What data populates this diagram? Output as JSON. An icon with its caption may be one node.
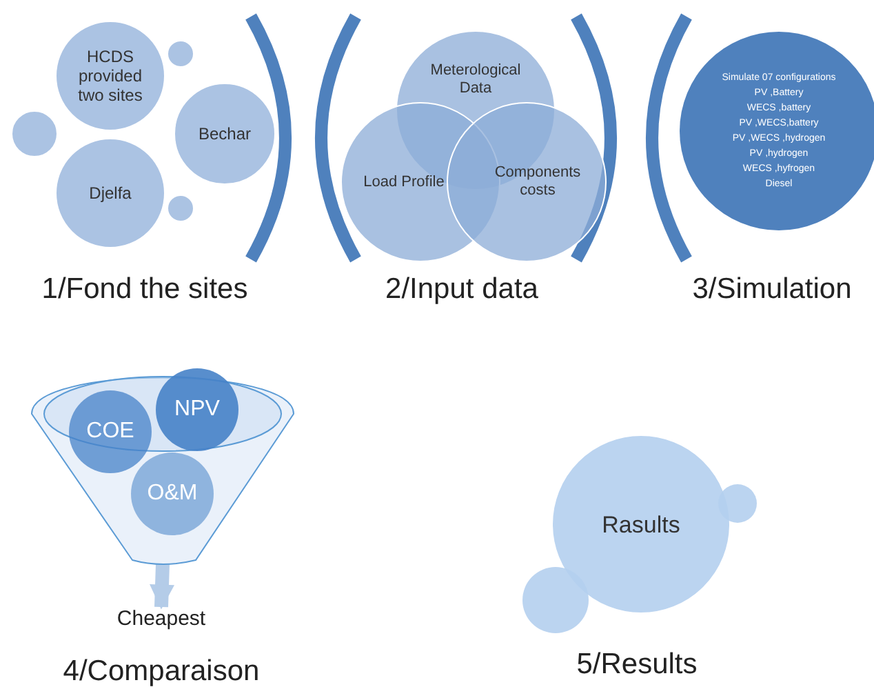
{
  "diagram": {
    "nodes": [
      {
        "text": [
          "HCDS provided two sites"
        ]
      },
      {
        "text": [],
        "shape": "circle"
      },
      {
        "text": [
          "Bechar"
        ]
      },
      {
        "text": [],
        "shape": "circle"
      },
      {
        "text": [
          "Djelfa"
        ]
      },
      {
        "text": [],
        "shape": "circle"
      },
      {
        "text": [
          "Meterological Data"
        ]
      },
      {
        "text": [
          "Load Profile"
        ]
      },
      {
        "text": [
          "Components costs"
        ]
      },
      {
        "text": [
          "Simulate 07 configurations",
          "PV ,Battery",
          "WECS ,battery",
          "PV ,WECS,battery",
          "PV ,WECS ,hydrogen",
          "PV ,hydrogen",
          "WECS ,hyfrogen",
          "Diesel"
        ]
      },
      {
        "text": [],
        "shape": "funnel"
      },
      {
        "text": [
          "NPV"
        ],
        "in": 10
      },
      {
        "text": [
          "COE"
        ],
        "in": 10
      },
      {
        "text": [
          "O&M"
        ],
        "in": 10
      },
      {
        "text": [
          "Cheapest"
        ]
      },
      {
        "text": [
          "Rasults"
        ]
      },
      {
        "text": [],
        "shape": "circle"
      },
      {
        "text": [],
        "shape": "circle"
      }
    ],
    "edges": [
      {
        "from": 10,
        "to": 14,
        "arrow": "to"
      }
    ],
    "labels": [
      "1/Fond the sites",
      "2/Input data",
      "3/Simulation",
      "4/Comparaison",
      "5/Results"
    ]
  }
}
